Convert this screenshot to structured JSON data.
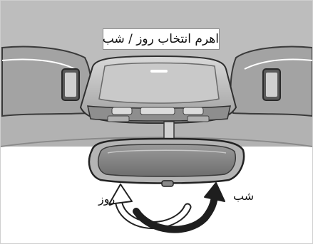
{
  "lever_title": "اهرم انتخاب روز / شب",
  "labels": {
    "day": "روز",
    "night": "شب"
  },
  "colors": {
    "headliner": "#bdbdbd",
    "sun_visor": "#9d9d9d",
    "mirror_frame": "#b4b4b4",
    "mirror_glass": "#7c7c7c",
    "arrow_light": "#ffffff",
    "arrow_dark": "#1e1e1e"
  },
  "icons": [
    "left-sun-visor-icon",
    "right-sun-visor-icon",
    "overhead-console-icon",
    "rearview-mirror-icon",
    "day-night-tab-icon",
    "day-arrow-icon",
    "night-arrow-icon"
  ]
}
